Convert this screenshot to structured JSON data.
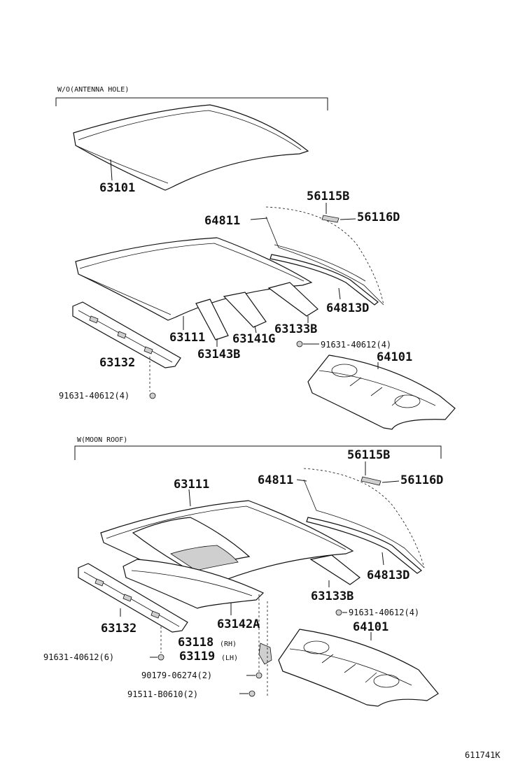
{
  "sections": {
    "antenna": {
      "header": "W/O(ANTENNA HOLE)",
      "parts": {
        "roof_panel": "63101",
        "roof_panel_sub": "63111",
        "back_window_glass": "64811",
        "clip_b": "56115B",
        "clip_d": "56116D",
        "back_window_molding": "64813D",
        "roof_bow_rear": "63133B",
        "roof_bow_center": "63141G",
        "roof_bow_mid": "63143B",
        "front_header": "63132",
        "bolt_front": "91631-40612(4)",
        "bolt_rear": "91631-40612(4)",
        "package_tray": "64101"
      }
    },
    "moonroof": {
      "header": "W(MOON ROOF)",
      "parts": {
        "roof_panel": "63111",
        "back_window_glass": "64811",
        "clip_b": "56115B",
        "clip_d": "56116D",
        "back_window_molding": "64813D",
        "roof_bow_rear": "63133B",
        "bolt_rear": "91631-40612(4)",
        "front_header": "63132",
        "reinforcement": "63142A",
        "package_tray": "64101",
        "bracket_rh": "63118",
        "bracket_rh_side": "(RH)",
        "bracket_lh": "63119",
        "bracket_lh_side": "(LH)",
        "bolt_front": "91631-40612(6)",
        "nut": "90179-06274(2)",
        "screw": "91511-B0610(2)"
      }
    }
  },
  "reference": "611741K"
}
